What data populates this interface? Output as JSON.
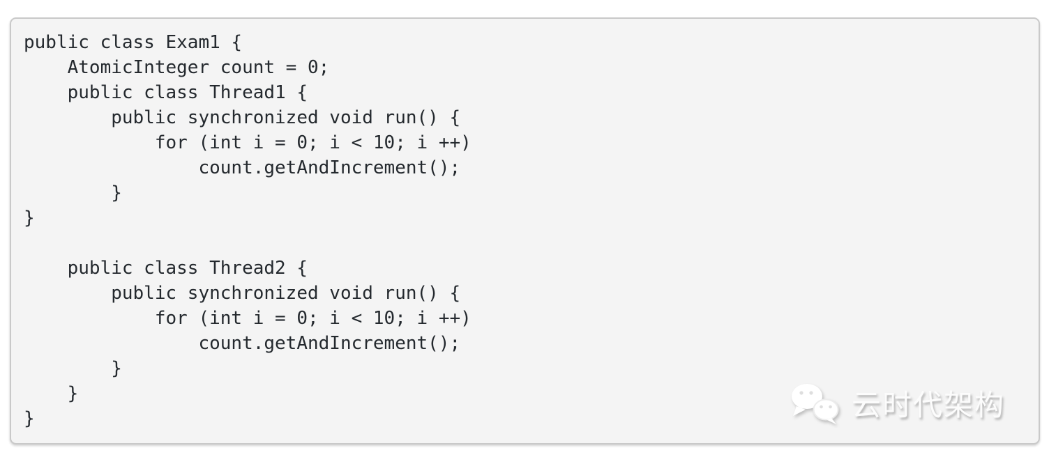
{
  "page": {
    "background_color": "#ffffff"
  },
  "code_block": {
    "language": "java",
    "background_color": "#f4f4f4",
    "border_color": "#c9c9c9",
    "text_color": "#24292e",
    "text": "public class Exam1 {\n    AtomicInteger count = 0;\n    public class Thread1 {\n        public synchronized void run() {\n            for (int i = 0; i < 10; i ++)\n                count.getAndIncrement();\n        }\n}\n\n    public class Thread2 {\n        public synchronized void run() {\n            for (int i = 0; i < 10; i ++)\n                count.getAndIncrement();\n        }\n    }\n}"
  },
  "watermark": {
    "icon": "wechat-icon",
    "label": "云时代架构",
    "text_color": "#fcfcfc"
  }
}
